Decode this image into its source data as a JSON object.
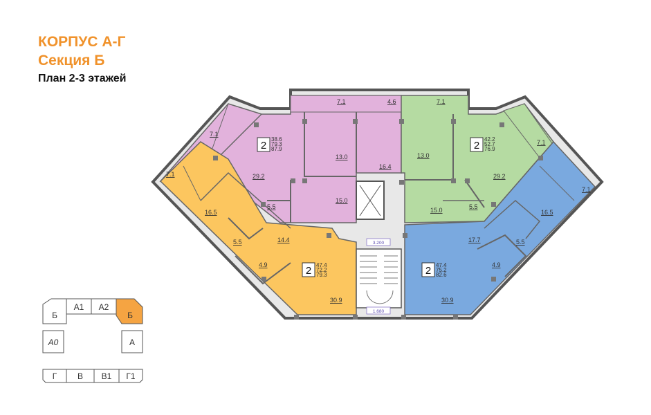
{
  "header": {
    "building": "КОРПУС А-Г",
    "section": "Секция Б",
    "plan": "План 2-3 этажей"
  },
  "colors": {
    "pink": "#e2b2dc",
    "green": "#b5dba2",
    "orange": "#fcc65f",
    "blue": "#7aa9df",
    "minimap_active": "#f5a442",
    "wall": "#555555"
  },
  "apartments": {
    "pink": {
      "rooms": "2",
      "areas": [
        "38.6",
        "79.3",
        "87.9"
      ]
    },
    "green": {
      "rooms": "2",
      "areas": [
        "42.2",
        "52.7",
        "76.9"
      ]
    },
    "orange": {
      "rooms": "2",
      "areas": [
        "47.4",
        "72.2",
        "79.3"
      ]
    },
    "blue": {
      "rooms": "2",
      "areas": [
        "47.4",
        "75.2",
        "82.6"
      ]
    }
  },
  "rooms": {
    "pink": [
      "7.1",
      "7.1",
      "4.6",
      "29.2",
      "13.0",
      "16.4",
      "15.0",
      "5.5"
    ],
    "green": [
      "7.1",
      "7.1",
      "13.0",
      "29.2",
      "15.0",
      "5.5"
    ],
    "orange": [
      "7.1",
      "16.5",
      "5.5",
      "14.4",
      "4.9",
      "30.9"
    ],
    "blue": [
      "7.1",
      "16.5",
      "17.7",
      "5.5",
      "4.9",
      "30.9"
    ]
  },
  "heights": {
    "upper": "3.200",
    "lower": "1.680"
  },
  "minimap": {
    "top_row": [
      "Б",
      "А1",
      "А2",
      "Б"
    ],
    "middle_row": [
      "А0",
      "А"
    ],
    "bottom_row": [
      "Г",
      "В",
      "В1",
      "Г1"
    ],
    "active": "Б"
  }
}
